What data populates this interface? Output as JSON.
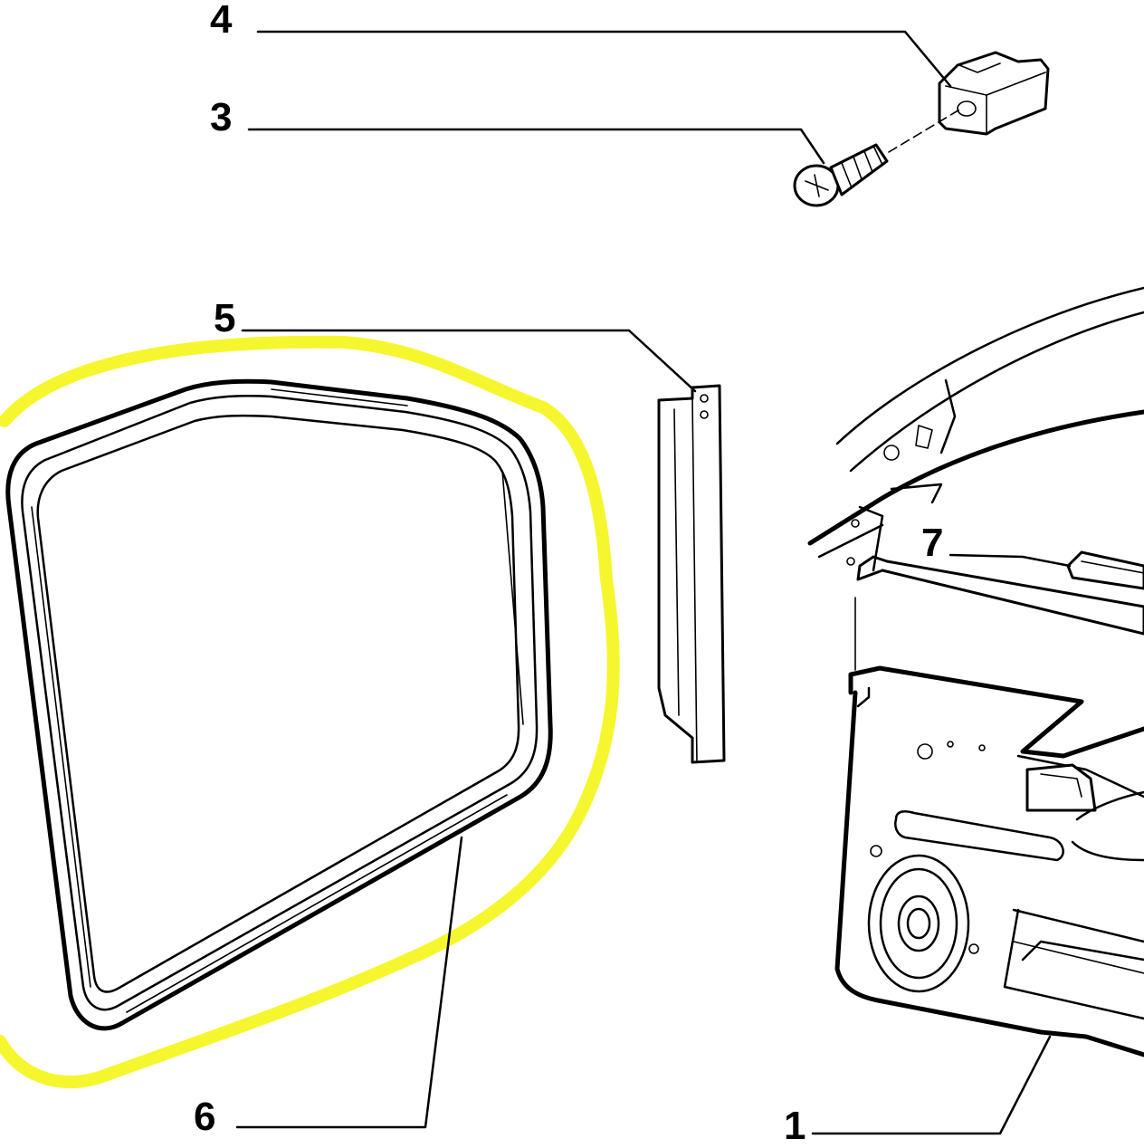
{
  "callouts": {
    "c1": "1",
    "c3": "3",
    "c4": "4",
    "c5": "5",
    "c6": "6",
    "c7": "7"
  },
  "colors": {
    "highlight": "#f5f50a",
    "ink": "#000000",
    "background": "#ffffff"
  }
}
